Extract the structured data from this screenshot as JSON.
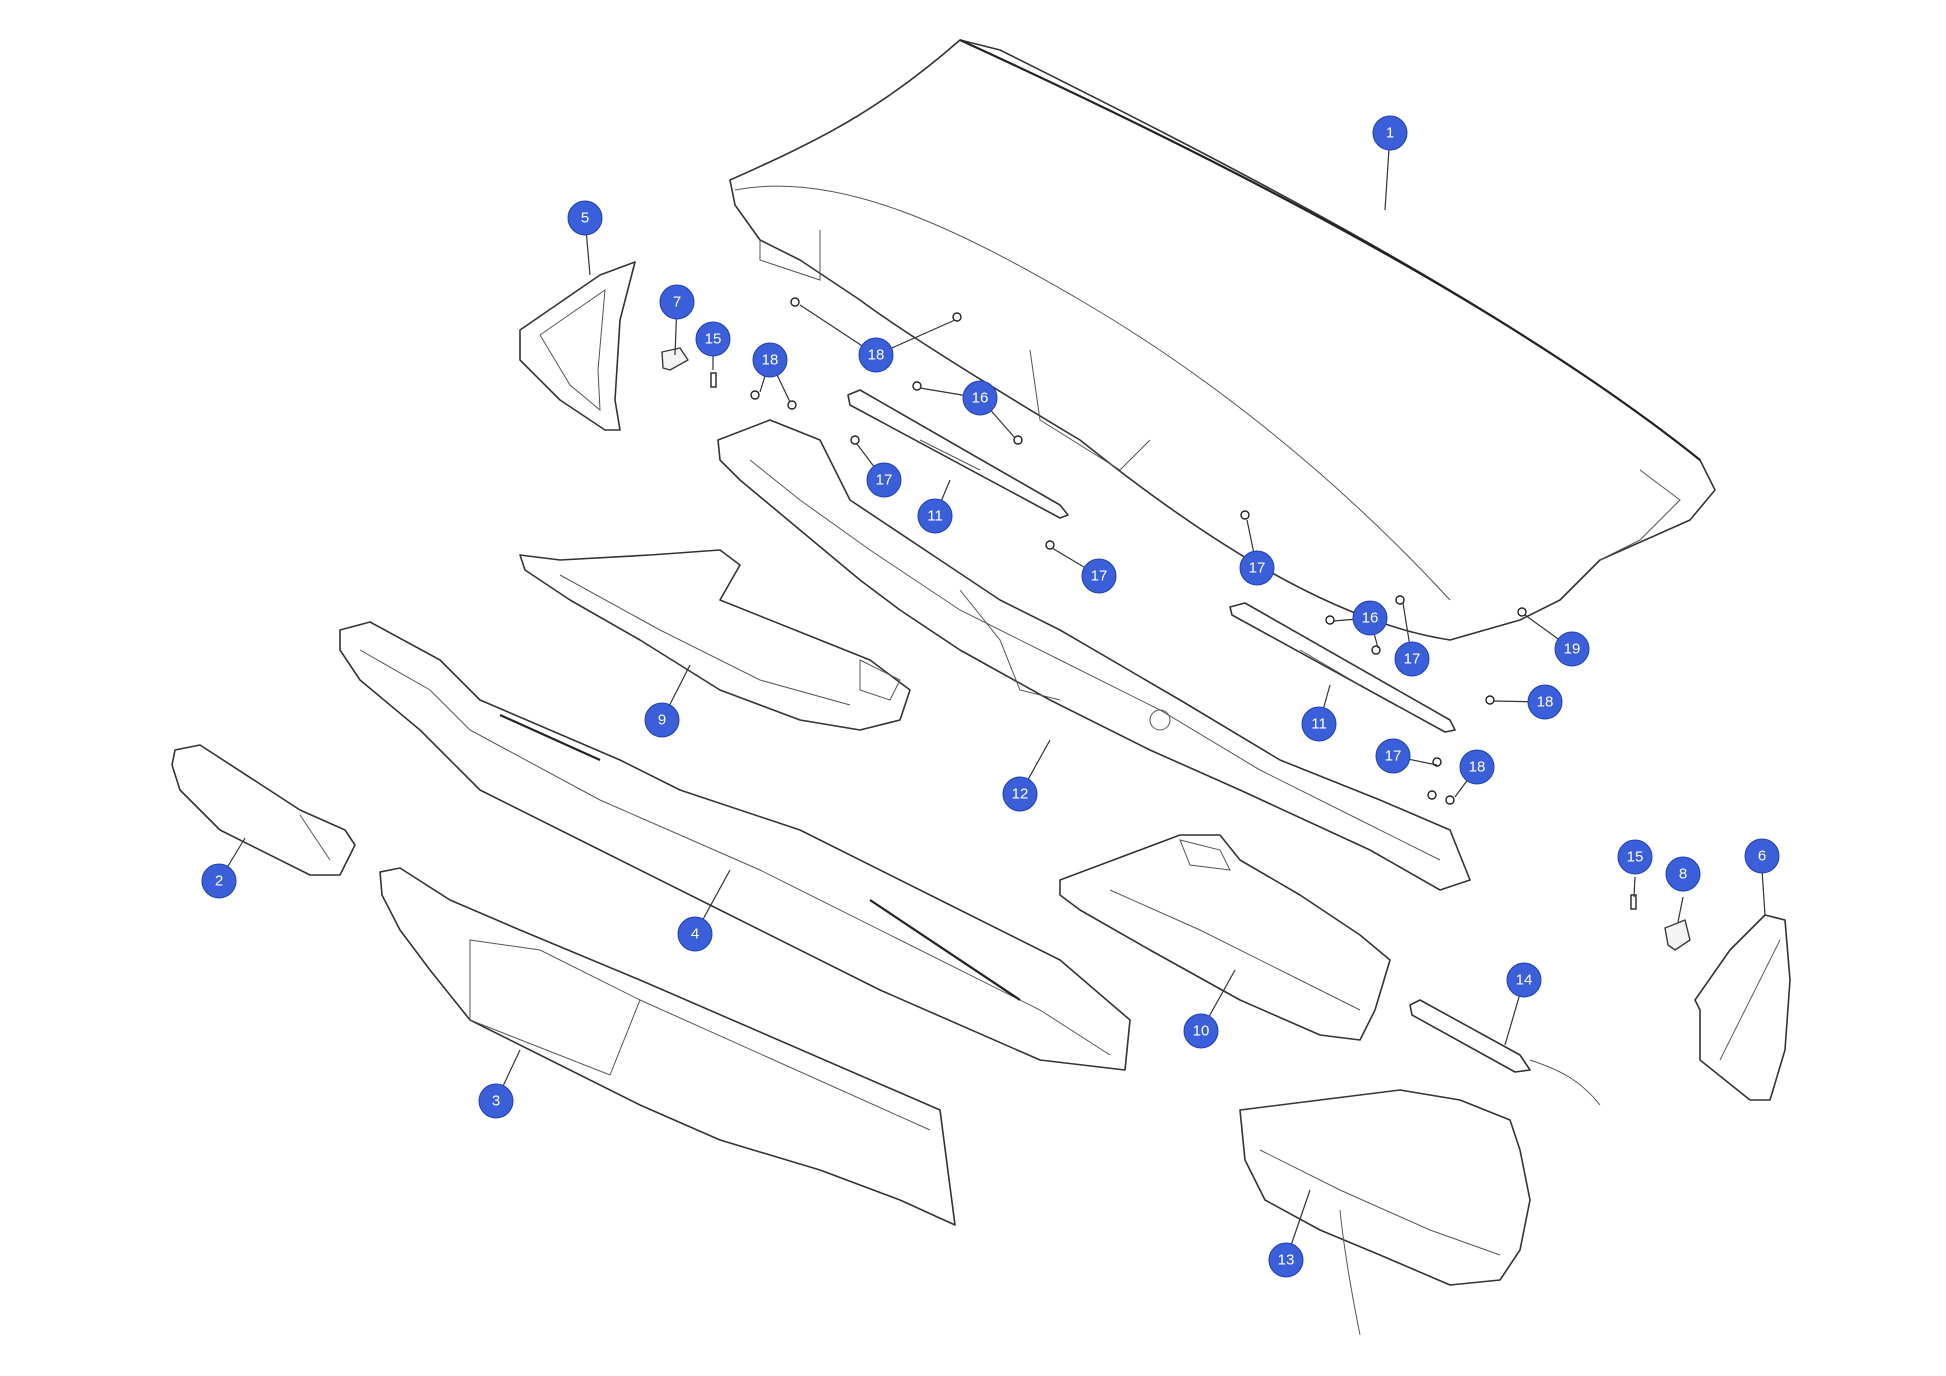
{
  "callouts": [
    {
      "id": "callout-1",
      "label": "1"
    },
    {
      "id": "callout-2",
      "label": "2"
    },
    {
      "id": "callout-3",
      "label": "3"
    },
    {
      "id": "callout-4",
      "label": "4"
    },
    {
      "id": "callout-5",
      "label": "5"
    },
    {
      "id": "callout-6",
      "label": "6"
    },
    {
      "id": "callout-7",
      "label": "7"
    },
    {
      "id": "callout-8",
      "label": "8"
    },
    {
      "id": "callout-9",
      "label": "9"
    },
    {
      "id": "callout-10",
      "label": "10"
    },
    {
      "id": "callout-11a",
      "label": "11"
    },
    {
      "id": "callout-11b",
      "label": "11"
    },
    {
      "id": "callout-12",
      "label": "12"
    },
    {
      "id": "callout-13",
      "label": "13"
    },
    {
      "id": "callout-14",
      "label": "14"
    },
    {
      "id": "callout-15a",
      "label": "15"
    },
    {
      "id": "callout-15b",
      "label": "15"
    },
    {
      "id": "callout-16a",
      "label": "16"
    },
    {
      "id": "callout-16b",
      "label": "16"
    },
    {
      "id": "callout-17a",
      "label": "17"
    },
    {
      "id": "callout-17b",
      "label": "17"
    },
    {
      "id": "callout-17c",
      "label": "17"
    },
    {
      "id": "callout-17d",
      "label": "17"
    },
    {
      "id": "callout-17e",
      "label": "17"
    },
    {
      "id": "callout-18a",
      "label": "18"
    },
    {
      "id": "callout-18b",
      "label": "18"
    },
    {
      "id": "callout-18c",
      "label": "18"
    },
    {
      "id": "callout-18d",
      "label": "18"
    },
    {
      "id": "callout-19",
      "label": "19"
    }
  ],
  "colors": {
    "callout_fill": "#3a5fd9",
    "callout_text": "#ffffff",
    "line": "#333333"
  }
}
